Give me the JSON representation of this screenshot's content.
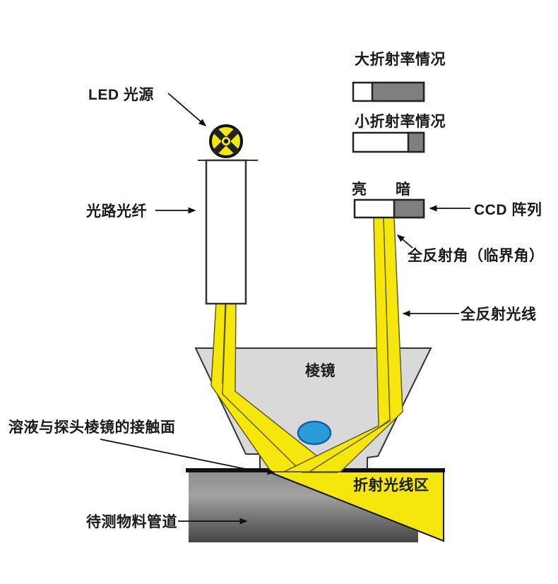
{
  "labels": {
    "led": "LED 光源",
    "fiber": "光路光纤",
    "legend_high": "大折射率情况",
    "legend_low": "小折射率情况",
    "bright": "亮",
    "dark": "暗",
    "ccd": "CCD 阵列",
    "critical_angle": "全反射角（临界角）",
    "reflected_ray": "全反射光线",
    "prism": "棱镜",
    "contact_surface": "溶液与探头棱镜的接触面",
    "refraction_zone": "折射光线区",
    "pipe": "待测物料管道"
  },
  "colors": {
    "beam_yellow": "#F5E70B",
    "prism_gray": "#D9D9D9",
    "bar_dark_gray": "#7F7F7F",
    "bar_white": "#FFFFFF",
    "spot_blue": "#2B9CD8",
    "spot_blue_edge": "#1464A5",
    "outline_black": "#1A1A1A",
    "pipe_top": "#8E8E8E",
    "pipe_mid": "#A2A2A2",
    "pipe_bottom": "#454545"
  }
}
